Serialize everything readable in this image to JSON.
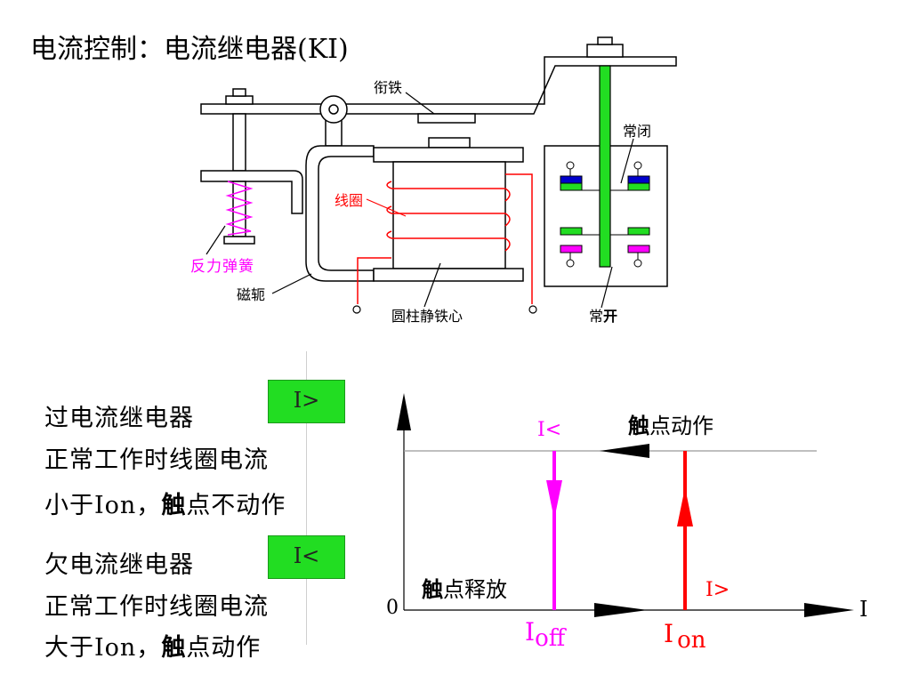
{
  "title": "电流控制：电流继电器(KI)",
  "relay": {
    "armature": "衔铁",
    "spring": "反力弹簧",
    "yoke": "磁轭",
    "coil": "线圈",
    "core": "圆柱静铁心",
    "nc": "常闭",
    "no_prefix": "常",
    "no_bold": "开"
  },
  "over": {
    "name": "过电流继电器",
    "badge": "I>",
    "line1": "正常工作时线圈电流",
    "line2_pre": "小于Ion，",
    "line2_bold": "触",
    "line2_post": "点不动作"
  },
  "under": {
    "name": "欠电流继电器",
    "badge": "I<",
    "line1": "正常工作时线圈电流",
    "line2_pre": "大于Ion，",
    "line2_bold": "触",
    "line2_post": "点动作"
  },
  "graph": {
    "origin": "0",
    "x_axis": "I",
    "ilt": "I<",
    "igt": "I>",
    "act_bold": "触",
    "act_rest": "点动作",
    "rel_bold": "触",
    "rel_rest": "点释放",
    "ioff_main": "I",
    "ioff_sub": "off",
    "ion_main": "I",
    "ion_sub": "on"
  },
  "colors": {
    "magenta": "#ff00ff",
    "red": "#ff0000",
    "green": "#22dd22",
    "blue": "#0000cc"
  }
}
